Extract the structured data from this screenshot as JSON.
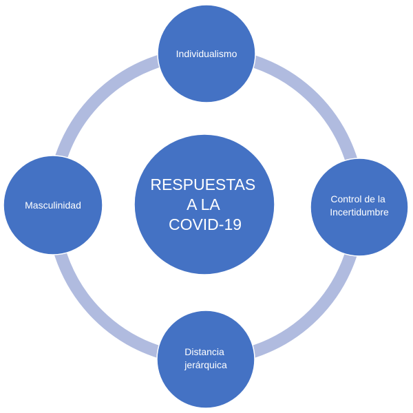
{
  "diagram": {
    "type": "cycle",
    "colors": {
      "node_fill": "#4472C4",
      "node_border": "#FFFFFF",
      "ring": "#B0BBDF",
      "text": "#FFFFFF",
      "background": "#FFFFFF"
    },
    "center": {
      "lines": [
        "RESPUESTAS",
        "A LA",
        "COVID-19"
      ]
    },
    "nodes": [
      {
        "id": "individualismo",
        "position": "top",
        "lines": [
          "Individualismo"
        ]
      },
      {
        "id": "control-incertidumbre",
        "position": "right",
        "lines": [
          "Control de la",
          "Incertidumbre"
        ]
      },
      {
        "id": "distancia-jerarquica",
        "position": "bottom",
        "lines": [
          "Distancia",
          "jerárquica"
        ]
      },
      {
        "id": "masculinidad",
        "position": "left",
        "lines": [
          "Masculinidad"
        ]
      }
    ]
  }
}
